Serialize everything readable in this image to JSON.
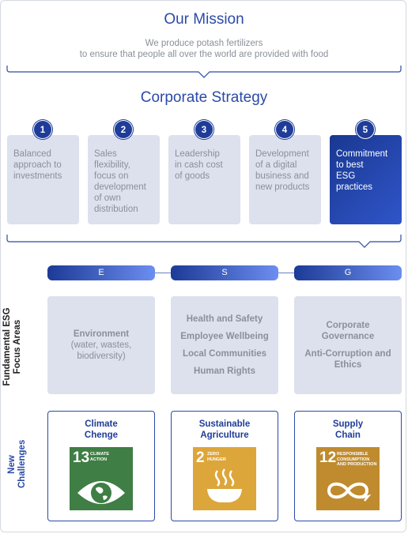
{
  "mission": {
    "title": "Our Mission",
    "line1": "We produce potash fertilizers",
    "line2": "to ensure that people all over the world are provided with food"
  },
  "strategy": {
    "title": "Corporate Strategy",
    "items": [
      {
        "number": "1",
        "lines": [
          "Balanced",
          "approach to",
          "investments"
        ]
      },
      {
        "number": "2",
        "lines": [
          "Sales",
          "flexibility,",
          "focus on",
          "development",
          "of own",
          "distribution"
        ]
      },
      {
        "number": "3",
        "lines": [
          "Leadership",
          "in cash cost",
          "of goods"
        ]
      },
      {
        "number": "4",
        "lines": [
          "Development",
          "of a digital",
          "business and",
          "new products"
        ]
      },
      {
        "number": "5",
        "lines": [
          "Commitment",
          "to best",
          "ESG",
          "practices"
        ],
        "highlighted": true
      }
    ]
  },
  "esg": {
    "pillars": [
      "E",
      "S",
      "G"
    ],
    "focus_label_lines": [
      "Fundamental ESG",
      "Focus Areas"
    ],
    "challenges_label_lines": [
      "New",
      "Challenges"
    ],
    "focus_areas": {
      "environment": {
        "title": "Environment",
        "detail_lines": [
          "(water, wastes,",
          "biodiversity)"
        ]
      },
      "social": [
        "Health and Safety",
        "Employee Wellbeing",
        "Local Communities",
        "Human Rights"
      ],
      "governance": {
        "line1": "Corporate",
        "line2": "Governance",
        "line3": "Anti-Corruption and",
        "line4": "Ethics"
      }
    },
    "challenges": [
      {
        "title_lines": [
          "Climate",
          "Chenge"
        ],
        "sdg_number": "13",
        "sdg_label_lines": [
          "CLIMATE",
          "ACTION"
        ],
        "color": "#3f7e44",
        "icon": "eye-globe-icon"
      },
      {
        "title_lines": [
          "Sustainable",
          "Agriculture"
        ],
        "sdg_number": "2",
        "sdg_label_lines": [
          "ZERO",
          "HUNGER"
        ],
        "color": "#dda63a",
        "icon": "food-bowl-icon"
      },
      {
        "title_lines": [
          "Supply",
          "Chain"
        ],
        "sdg_number": "12",
        "sdg_label_lines": [
          "RESPONSIBLE",
          "CONSUMPTION",
          "AND PRODUCTION"
        ],
        "color": "#bf8b2e",
        "icon": "infinity-icon"
      }
    ]
  },
  "colors": {
    "brand_blue": "#2b4aa8",
    "dark_blue": "#1f3c98",
    "card_bg": "#dde1ee",
    "text_gray": "#8a8f99"
  }
}
